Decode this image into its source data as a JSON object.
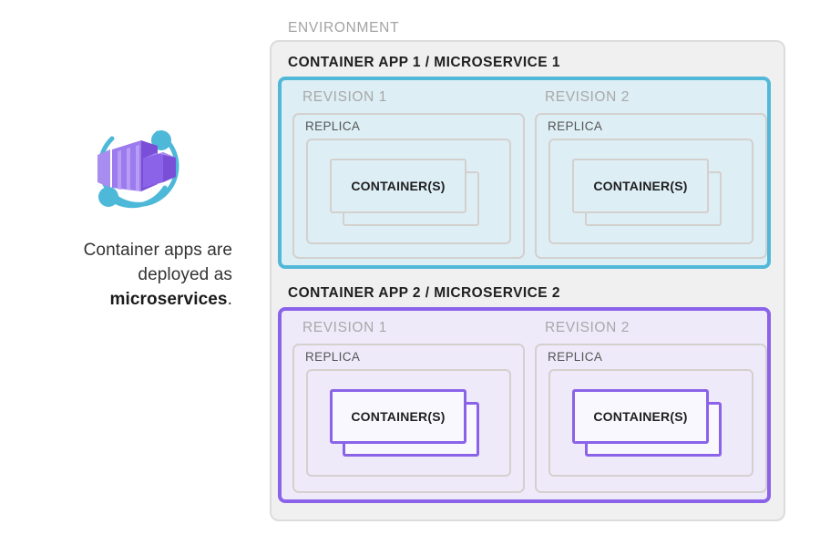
{
  "caption": {
    "line1": "Container apps are",
    "line2": "deployed as",
    "emphasis": "microservices",
    "period": "."
  },
  "icon": {
    "name": "azure-container-apps-icon",
    "arc_color": "#4db8d8",
    "cube_color": "#8a63e8",
    "cube_color_light": "#a98cf0",
    "cube_color_dark": "#7a4fd8"
  },
  "environment": {
    "label": "ENVIRONMENT",
    "background": "#f0f0f0",
    "border": "#dcdcdc"
  },
  "apps": [
    {
      "title": "CONTAINER APP 1 / MICROSERVICE 1",
      "accent": "#52b8d8",
      "fill": "#ddeef5",
      "revisions": [
        {
          "label": "REVISION 1",
          "replica_label": "REPLICA",
          "container_label": "CONTAINER(S)"
        },
        {
          "label": "REVISION 2",
          "replica_label": "REPLICA",
          "container_label": "CONTAINER(S)"
        }
      ]
    },
    {
      "title": "CONTAINER APP 2 / MICROSERVICE 2",
      "accent": "#8a63e8",
      "fill": "#efeafa",
      "revisions": [
        {
          "label": "REVISION 1",
          "replica_label": "REPLICA",
          "container_label": "CONTAINER(S)"
        },
        {
          "label": "REVISION 2",
          "replica_label": "REPLICA",
          "container_label": "CONTAINER(S)"
        }
      ]
    }
  ]
}
